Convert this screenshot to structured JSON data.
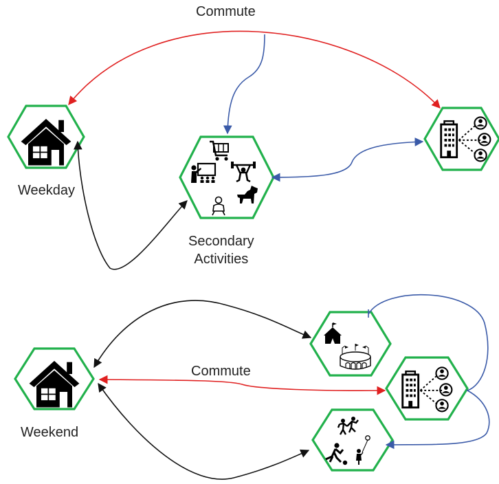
{
  "labels": {
    "commute_top": "Commute",
    "weekday": "Weekday",
    "secondary_line1": "Secondary",
    "secondary_line2": "Activities",
    "commute_bottom": "Commute",
    "weekend": "Weekend"
  },
  "colors": {
    "hex_border": "#22b14c",
    "commute_arrow": "#e02020",
    "secondary_arrow": "#3a5aa8",
    "other_arrow": "#111111"
  },
  "icons": {
    "weekday_home": "house-icon",
    "secondary": [
      "shopping-cart-icon",
      "teacher-classroom-icon",
      "weightlifter-icon",
      "baby-icon",
      "dog-icon"
    ],
    "weekday_work": "office-network-icon",
    "weekend_leisure": [
      "circus-tent-icon",
      "stadium-icon"
    ],
    "weekend_work": "office-network-icon",
    "weekend_sports": [
      "dancers-icon",
      "football-player-icon",
      "child-balloon-icon"
    ],
    "weekend_home": "house-icon"
  }
}
